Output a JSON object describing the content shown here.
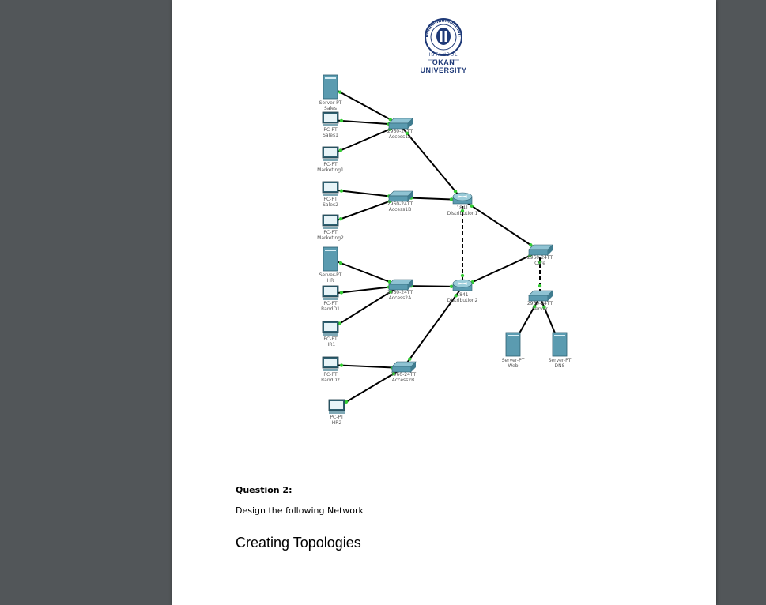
{
  "logo": {
    "ring_text": "ISTANBUL OKAN UNIVERSITY",
    "year": "1999",
    "city": "ISTANBUL",
    "name": "OKAN UNIVERSITY",
    "color": "#1f3a78"
  },
  "colors": {
    "viewer_bg": "#525659",
    "page_bg": "#ffffff",
    "link": "#000000",
    "port": "#33cc33",
    "device": "#5b9bb0"
  },
  "diagram": {
    "nodes": [
      {
        "id": "server-sales",
        "kind": "server",
        "label1": "Server-PT",
        "label2": "Sales"
      },
      {
        "id": "pc-sales1",
        "kind": "pc",
        "label1": "PC-PT",
        "label2": "Sales1"
      },
      {
        "id": "pc-marketing1",
        "kind": "pc",
        "label1": "PC-PT",
        "label2": "Marketing1"
      },
      {
        "id": "pc-sales2",
        "kind": "pc",
        "label1": "PC-PT",
        "label2": "Sales2"
      },
      {
        "id": "pc-marketing2",
        "kind": "pc",
        "label1": "PC-PT",
        "label2": "Marketing2"
      },
      {
        "id": "server-hr",
        "kind": "server",
        "label1": "Server-PT",
        "label2": "HR"
      },
      {
        "id": "pc-randd1",
        "kind": "pc",
        "label1": "PC-PT",
        "label2": "RandD1"
      },
      {
        "id": "pc-hr1",
        "kind": "pc",
        "label1": "PC-PT",
        "label2": "HR1"
      },
      {
        "id": "pc-randd2",
        "kind": "pc",
        "label1": "PC-PT",
        "label2": "RandD2"
      },
      {
        "id": "pc-hr2",
        "kind": "pc",
        "label1": "PC-PT",
        "label2": "HR2"
      },
      {
        "id": "sw-access1a",
        "kind": "switch",
        "label1": "2960-24TT",
        "label2": "Access1A"
      },
      {
        "id": "sw-access1b",
        "kind": "switch",
        "label1": "2960-24TT",
        "label2": "Access1B"
      },
      {
        "id": "sw-access2a",
        "kind": "switch",
        "label1": "2960-24TT",
        "label2": "Access2A"
      },
      {
        "id": "sw-access2b",
        "kind": "switch",
        "label1": "2960-24TT",
        "label2": "Access2B"
      },
      {
        "id": "rt-distribution1",
        "kind": "router",
        "label1": "1841",
        "label2": "Distribution1"
      },
      {
        "id": "rt-distribution2",
        "kind": "router",
        "label1": "1841",
        "label2": "Distribution2"
      },
      {
        "id": "sw-core",
        "kind": "switch",
        "label1": "2960-24TT",
        "label2": "Core"
      },
      {
        "id": "sw-server",
        "kind": "switch",
        "label1": "2960-24TT",
        "label2": "Server"
      },
      {
        "id": "server-web",
        "kind": "server",
        "label1": "Server-PT",
        "label2": "Web"
      },
      {
        "id": "server-dns",
        "kind": "server",
        "label1": "Server-PT",
        "label2": "DNS"
      }
    ],
    "links": [
      {
        "from": "server-sales",
        "to": "sw-access1a",
        "style": "solid"
      },
      {
        "from": "pc-sales1",
        "to": "sw-access1a",
        "style": "solid"
      },
      {
        "from": "pc-marketing1",
        "to": "sw-access1a",
        "style": "solid"
      },
      {
        "from": "pc-sales2",
        "to": "sw-access1b",
        "style": "solid"
      },
      {
        "from": "pc-marketing2",
        "to": "sw-access1b",
        "style": "solid"
      },
      {
        "from": "server-hr",
        "to": "sw-access2a",
        "style": "solid"
      },
      {
        "from": "pc-randd1",
        "to": "sw-access2a",
        "style": "solid"
      },
      {
        "from": "pc-hr1",
        "to": "sw-access2a",
        "style": "solid"
      },
      {
        "from": "pc-randd2",
        "to": "sw-access2b",
        "style": "solid"
      },
      {
        "from": "pc-hr2",
        "to": "sw-access2b",
        "style": "solid"
      },
      {
        "from": "sw-access1a",
        "to": "rt-distribution1",
        "style": "solid"
      },
      {
        "from": "sw-access1b",
        "to": "rt-distribution1",
        "style": "solid"
      },
      {
        "from": "sw-access2a",
        "to": "rt-distribution2",
        "style": "solid"
      },
      {
        "from": "sw-access2b",
        "to": "rt-distribution2",
        "style": "solid"
      },
      {
        "from": "rt-distribution1",
        "to": "rt-distribution2",
        "style": "dashed"
      },
      {
        "from": "rt-distribution1",
        "to": "sw-core",
        "style": "solid"
      },
      {
        "from": "rt-distribution2",
        "to": "sw-core",
        "style": "solid"
      },
      {
        "from": "sw-core",
        "to": "sw-server",
        "style": "dashed"
      },
      {
        "from": "sw-server",
        "to": "server-web",
        "style": "solid"
      },
      {
        "from": "sw-server",
        "to": "server-dns",
        "style": "solid"
      }
    ]
  },
  "question": {
    "title": "Question 2:",
    "body": "Design the following Network"
  },
  "section_heading": "Creating Topologies"
}
